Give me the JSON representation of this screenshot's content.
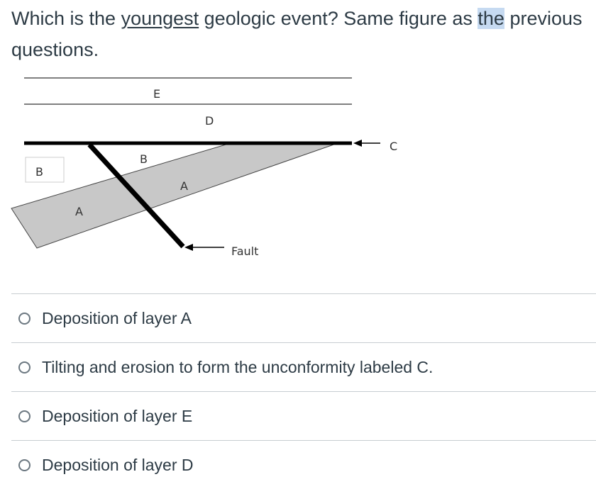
{
  "question": {
    "part1": "Which is the ",
    "underlined": "youngest",
    "part2": " geologic event? Same figure as ",
    "highlighted": "the",
    "part3": " previous questions."
  },
  "figure": {
    "labels": {
      "E": "E",
      "D": "D",
      "C": "C",
      "B_left": "B",
      "B_right": "B",
      "A_right": "A",
      "A_left": "A",
      "fault": "Fault"
    },
    "colors": {
      "layer_fill": "#c8c8c8",
      "line": "#000000",
      "thin_line": "#555555"
    }
  },
  "answers": [
    {
      "label": "Deposition of layer A",
      "selected": false
    },
    {
      "label": "Tilting and erosion to form the unconformity labeled C.",
      "selected": false
    },
    {
      "label": "Deposition of layer E",
      "selected": false
    },
    {
      "label": "Deposition of layer D",
      "selected": false
    }
  ]
}
